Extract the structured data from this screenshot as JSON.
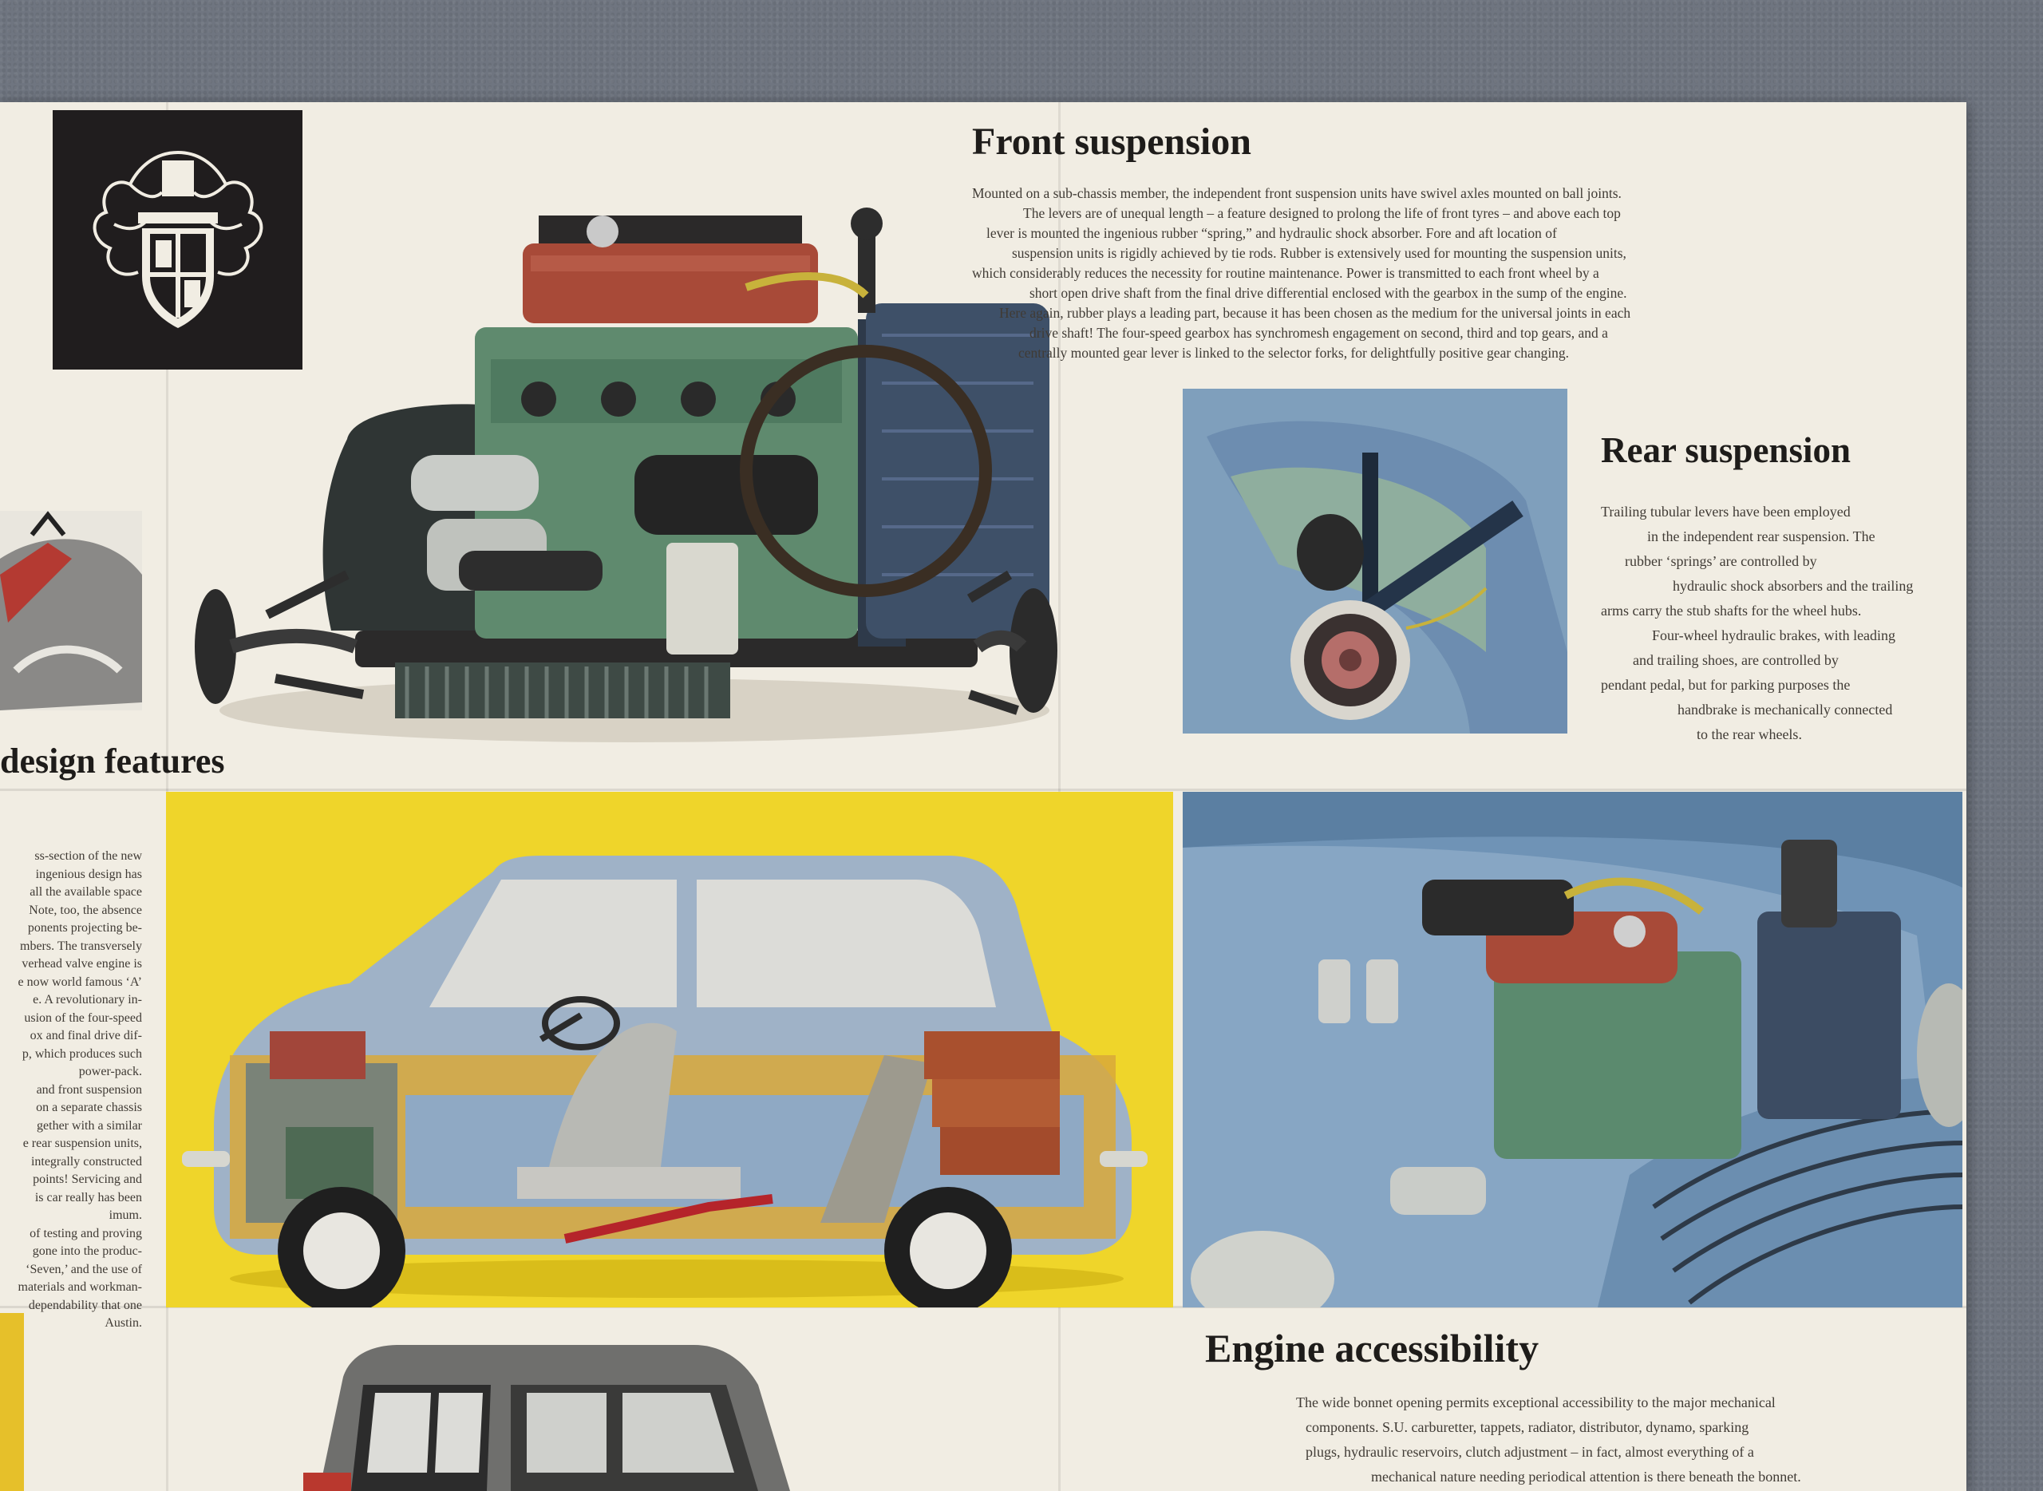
{
  "front_suspension": {
    "title": "Front suspension",
    "lines": [
      "Mounted on a sub-chassis member, the independent front suspension units have swivel axles mounted on ball joints.",
      "The levers are of unequal length – a feature designed to prolong the life of front tyres – and above each top",
      "lever is mounted the ingenious rubber “spring,” and hydraulic shock absorber. Fore and aft location of",
      "suspension units is rigidly achieved by tie rods. Rubber is extensively used for mounting the suspension units,",
      "which considerably reduces the necessity for routine maintenance. Power is transmitted to each front wheel by a",
      "short open drive shaft from the final drive differential enclosed with the gearbox in the sump of the engine.",
      "Here again, rubber plays a leading part, because it has been chosen as the medium for the universal joints in each",
      "drive shaft! The four-speed gearbox has synchromesh engagement on second, third and top gears, and a",
      "centrally mounted gear lever is linked to the selector forks, for delightfully positive gear changing."
    ]
  },
  "rear_suspension": {
    "title": "Rear suspension",
    "lines": [
      "Trailing tubular levers have been employed",
      "in the independent rear suspension. The",
      "rubber ‘springs’ are controlled by",
      "hydraulic shock absorbers and the trailing",
      "arms carry the stub shafts for the wheel hubs.",
      "Four-wheel hydraulic brakes, with leading",
      "and trailing shoes, are controlled by",
      "pendant pedal, but for parking purposes the",
      "handbrake is mechanically connected",
      "to the rear wheels."
    ]
  },
  "design_features": {
    "title": "design features",
    "lines": [
      "ss-section of the new",
      "ingenious design has",
      "all the available space",
      "Note, too, the absence",
      "ponents projecting be-",
      "mbers. The transversely",
      "verhead valve engine is",
      "e now world famous ‘A’",
      "e. A revolutionary in-",
      "usion of the four-speed",
      "ox and final drive dif-",
      "p, which produces such",
      "power-pack.",
      "and front suspension",
      "on a separate chassis",
      "gether with a similar",
      "e rear suspension units,",
      "integrally constructed",
      "points! Servicing and",
      "is car really has been",
      "imum.",
      "of testing and proving",
      "gone into the produc-",
      "‘Seven,’ and the use of",
      "materials and workman-",
      "dependability that one",
      "Austin."
    ]
  },
  "engine_accessibility": {
    "title": "Engine accessibility",
    "lines": [
      "The wide bonnet opening permits exceptional accessibility to the major mechanical",
      "components. S.U. carburetter, tappets, radiator, distributor, dynamo, sparking",
      "plugs, hydraulic reservoirs, clutch adjustment – in fact, almost everything of a",
      "mechanical nature needing periodical attention is there beneath the bonnet."
    ]
  }
}
